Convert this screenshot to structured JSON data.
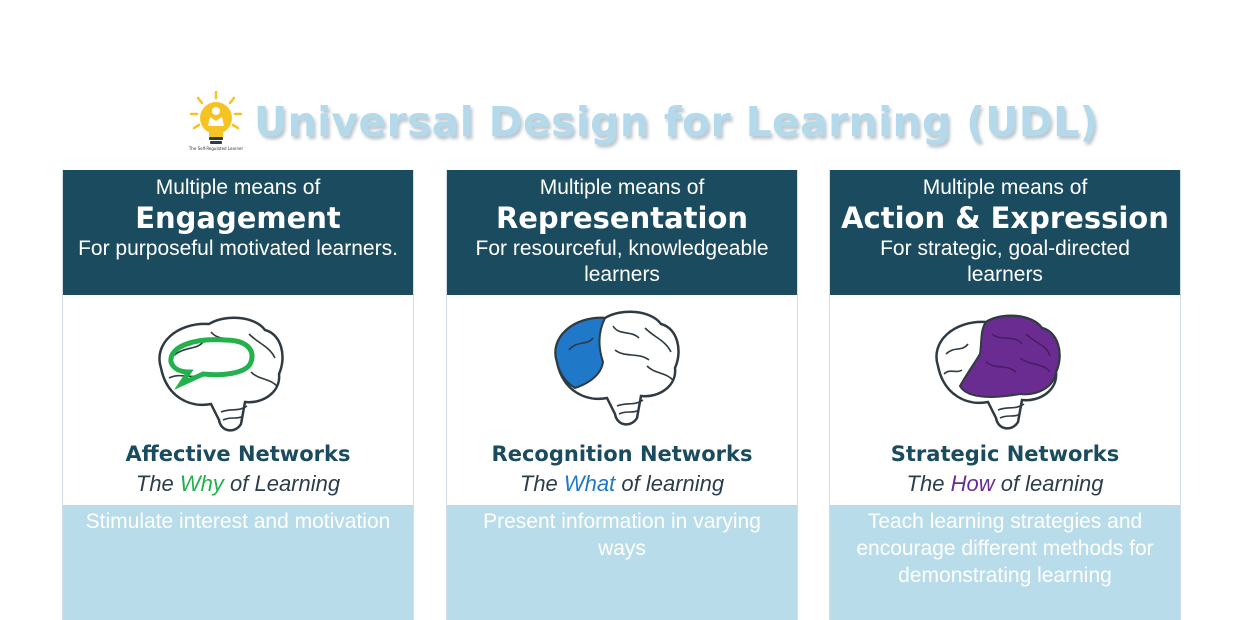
{
  "header": {
    "title": "Universal Design for Learning (UDL)",
    "logo_caption": "The Self-Regulated Learner",
    "logo_icon": "lightbulb-person-icon"
  },
  "colors": {
    "header_band": "#1b4b5f",
    "footer_band": "#b9dcea",
    "title": "#b3d9ea",
    "engagement_accent": "#22b14c",
    "representation_accent": "#1f78c8",
    "action_accent": "#6a2c91"
  },
  "cards": [
    {
      "means": "Multiple means of",
      "principle": "Engagement",
      "purpose": "For purposeful motivated learners.",
      "brain_icon": "brain-limbic-highlight-icon",
      "network": "Affective Networks",
      "sub_pre": "The ",
      "sub_key": "Why",
      "sub_post": " of Learning",
      "description": "Stimulate interest and motivation"
    },
    {
      "means": "Multiple means of",
      "principle": "Representation",
      "purpose": "For resourceful, knowledgeable learners",
      "brain_icon": "brain-posterior-highlight-icon",
      "network": "Recognition Networks",
      "sub_pre": "The ",
      "sub_key": "What",
      "sub_post": " of learning",
      "description": "Present information in varying ways"
    },
    {
      "means": "Multiple means of",
      "principle": "Action & Expression",
      "purpose": "For strategic, goal-directed learners",
      "brain_icon": "brain-frontal-highlight-icon",
      "network": "Strategic Networks",
      "sub_pre": "The ",
      "sub_key": "How",
      "sub_post": " of learning",
      "description": "Teach learning strategies and encourage different methods for demonstrating learning"
    }
  ]
}
